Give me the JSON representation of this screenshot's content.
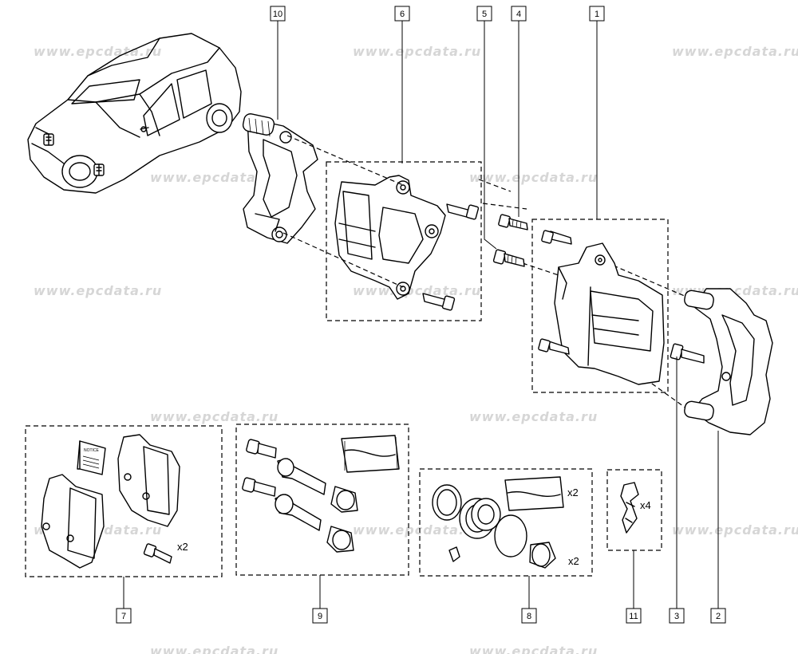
{
  "watermark": "www.epcdata.ru",
  "callouts": {
    "c1": "1",
    "c2": "2",
    "c3": "3",
    "c4": "4",
    "c5": "5",
    "c6": "6",
    "c7": "7",
    "c8": "8",
    "c9": "9",
    "c10": "10",
    "c11": "11"
  },
  "quantities": {
    "bolt_pad": "x2",
    "seal_pack": "x2",
    "boot": "x2",
    "clip": "x4"
  },
  "notice_label": "NOTICE"
}
